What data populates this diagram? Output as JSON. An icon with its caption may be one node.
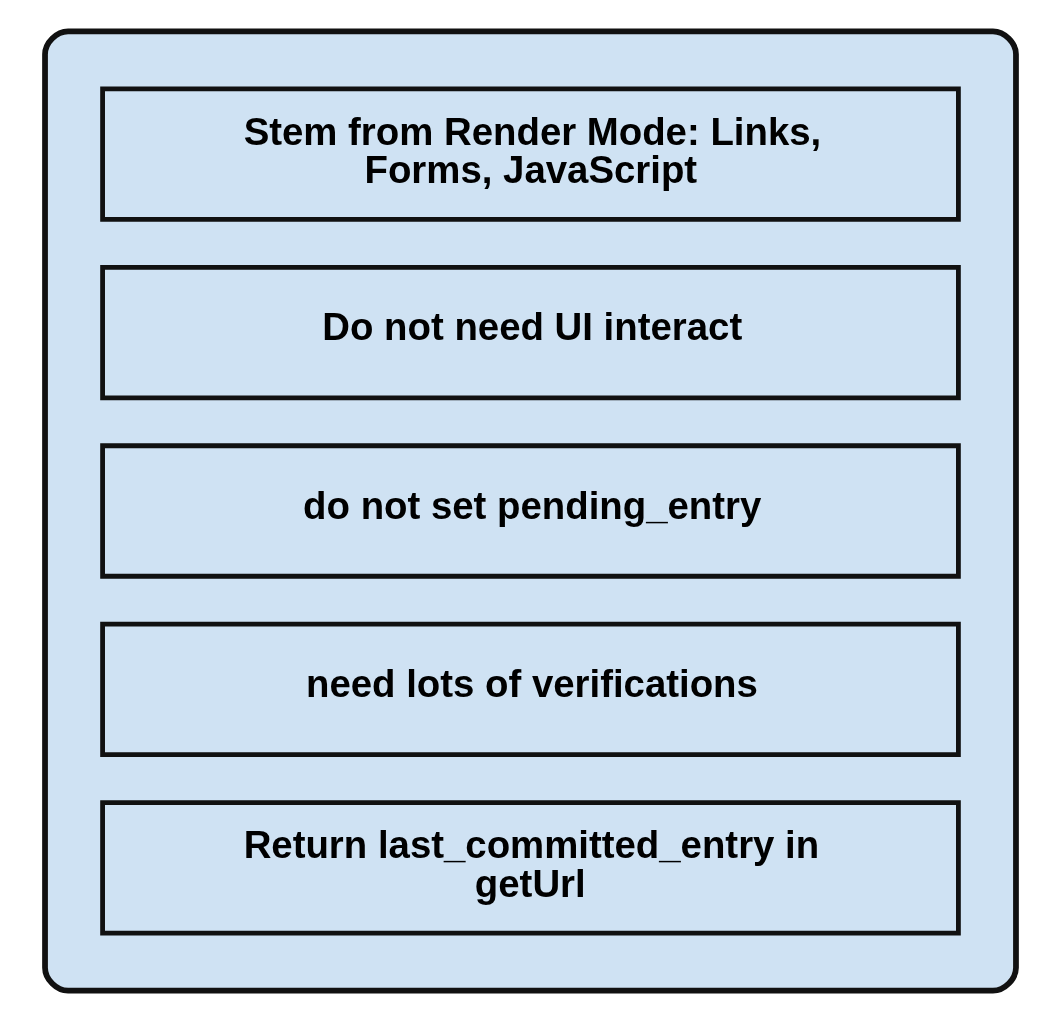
{
  "diagram": {
    "nodes": [
      {
        "text": [],
        "shape": "box"
      },
      {
        "text": [
          "Stem from Render Mode: Links, Forms, JavaScript"
        ],
        "in": 0
      },
      {
        "text": [
          "Do not need UI interact"
        ],
        "in": 0
      },
      {
        "text": [
          "do not set pending_entry"
        ],
        "in": 0
      },
      {
        "text": [
          "need lots of verifications"
        ],
        "in": 0
      },
      {
        "text": [
          "Return last_committed_entry in getUrl"
        ],
        "in": 0
      }
    ]
  }
}
